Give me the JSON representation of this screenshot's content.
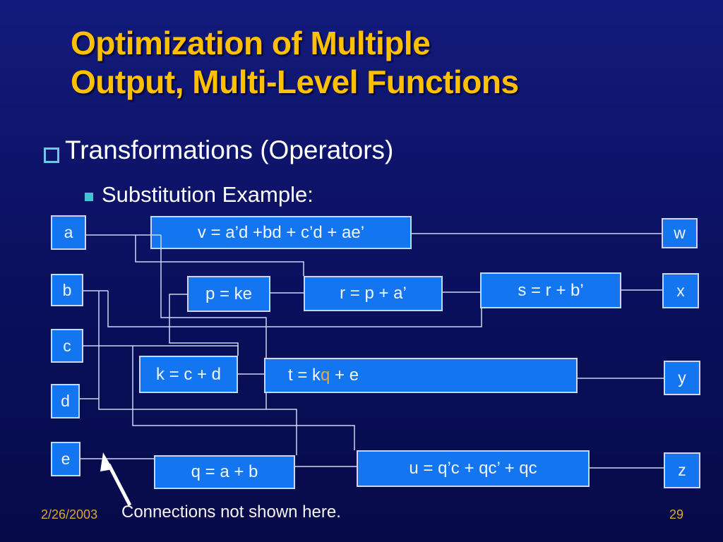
{
  "slide": {
    "title_line1": "Optimization of Multiple",
    "title_line2": "Output, Multi-Level Functions",
    "bullet1": "Transformations (Operators)",
    "bullet2": "Substitution Example:",
    "footer": {
      "date": "2/26/2003",
      "note": "Connections not shown here.",
      "page": "29"
    }
  },
  "colors": {
    "background_top": "#131b7c",
    "background_bottom": "#070a48",
    "title_gold": "#ffc000",
    "footer_gold": "#d9a82f",
    "box_fill": "#1375f0",
    "box_border": "#c8d7f5",
    "wire": "#ccd5ee",
    "bullet_teal": "#45c0d8",
    "highlight_q": "#e9a93a",
    "text_white": "#ffffff"
  },
  "diagram": {
    "inputs": {
      "a": "a",
      "b": "b",
      "c": "c",
      "d": "d",
      "e": "e"
    },
    "outputs": {
      "w": "w",
      "x": "x",
      "y": "y",
      "z": "z"
    },
    "nodes": {
      "v": {
        "label": "v = a’d +bd + c’d + ae’"
      },
      "p": {
        "label": "p = ke"
      },
      "r": {
        "label": "r = p + a’"
      },
      "s": {
        "label": "s = r + b’"
      },
      "k": {
        "label": "k = c + d"
      },
      "t": {
        "prefix": "t = k",
        "highlight": "q",
        "suffix": " + e"
      },
      "q": {
        "label": "q = a + b"
      },
      "u": {
        "label": "u = q’c + qc’ + qc"
      }
    },
    "edges": [
      "a-r",
      "v-w",
      "p-r",
      "r-s",
      "s-x",
      "b-s",
      "b-q",
      "q-t",
      "k-p",
      "c-k",
      "c-u",
      "d-join",
      "k-t",
      "t-y",
      "e-stub",
      "q-u",
      "u-z",
      "v-drop"
    ]
  }
}
